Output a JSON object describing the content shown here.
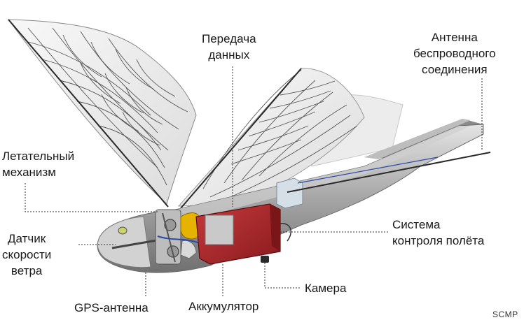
{
  "labels": {
    "data_transfer": "Передача\nданных",
    "antenna": "Антенна\nбеспроводного\nсоединения",
    "flight_mechanism": "Летательный\nмеханизм",
    "airspeed_sensor": "Датчик\nскорости\nветра",
    "flight_control": "Система\nконтроля полёта",
    "camera": "Камера",
    "gps": "GPS-антенна",
    "battery": "Аккумулятор"
  },
  "credit": "SCMP",
  "colors": {
    "battery": "#b0262a",
    "leader": "#333333",
    "body": "#9b9b9b",
    "wing": "#f2f2f2",
    "servo": "#e6b300",
    "wire": "#2e4aa8"
  }
}
